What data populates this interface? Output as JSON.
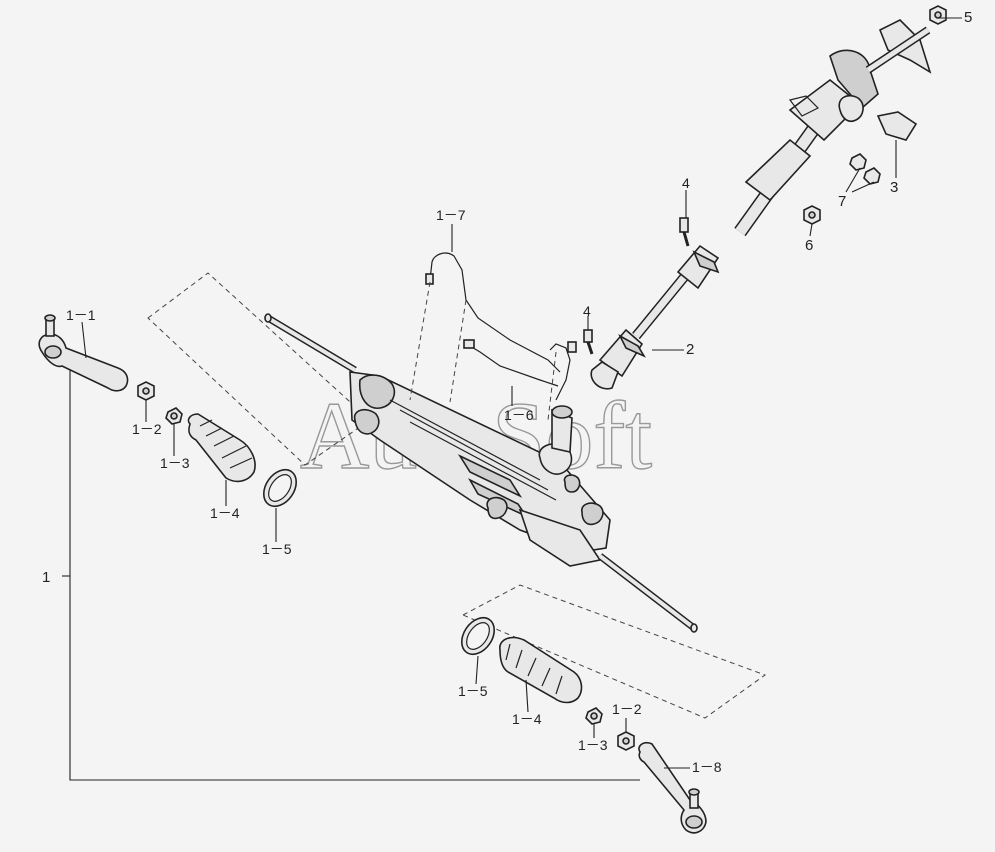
{
  "watermark": "AutoSoft",
  "callouts": {
    "c_1": "1",
    "c_1_1": "1－1",
    "c_1_2_left": "1－2",
    "c_1_3_left": "1－3",
    "c_1_4_left": "1－4",
    "c_1_5_left": "1－5",
    "c_1_6": "1－6",
    "c_1_7": "1－7",
    "c_1_5_right": "1－5",
    "c_1_4_right": "1－4",
    "c_1_3_right": "1－3",
    "c_1_2_right": "1－2",
    "c_1_8": "1－8",
    "c_2": "2",
    "c_3": "3",
    "c_4_top": "4",
    "c_4_mid": "4",
    "c_5": "5",
    "c_6": "6",
    "c_7": "7"
  }
}
